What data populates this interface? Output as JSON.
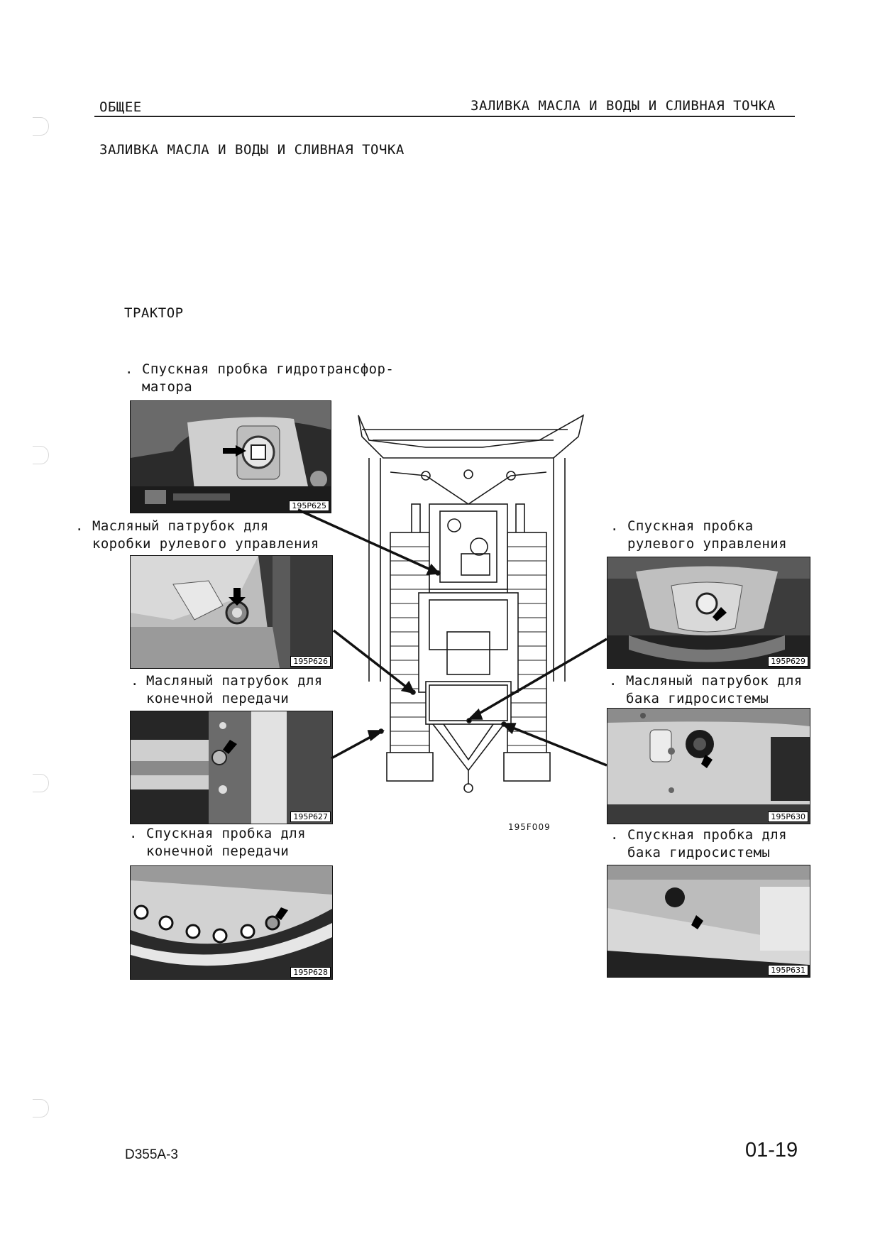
{
  "header": {
    "left": "ОБЩЕЕ",
    "right": "ЗАЛИВКА МАСЛА И ВОДЫ И СЛИВНАЯ ТОЧКА"
  },
  "title": "ЗАЛИВКА МАСЛА И ВОДЫ И СЛИВНАЯ ТОЧКА",
  "section": "ТРАКТОР",
  "captions": {
    "torque_converter_drain": "Спускная пробка гидротрансфор-\nматора",
    "steering_case_filler": "Масляный патрубок для\nкоробки рулевого управления",
    "final_drive_filler": "Масляный патрубок для\nконечной передачи",
    "final_drive_drain": "Спускная пробка для\nконечной передачи",
    "steering_drain": "Спускная пробка\nрулевого управления",
    "hydraulic_tank_filler": "Масляный патрубок для\nбака гидросистемы",
    "hydraulic_tank_drain": "Спускная пробка для\nбака гидросистемы"
  },
  "photo_ids": {
    "p625": "195P625",
    "p626": "195P626",
    "p627": "195P627",
    "p628": "195P628",
    "p629": "195P629",
    "p630": "195P630",
    "p631": "195P631"
  },
  "diagram_id": "195F009",
  "footer": {
    "model": "D355A-3",
    "page": "01-19"
  }
}
